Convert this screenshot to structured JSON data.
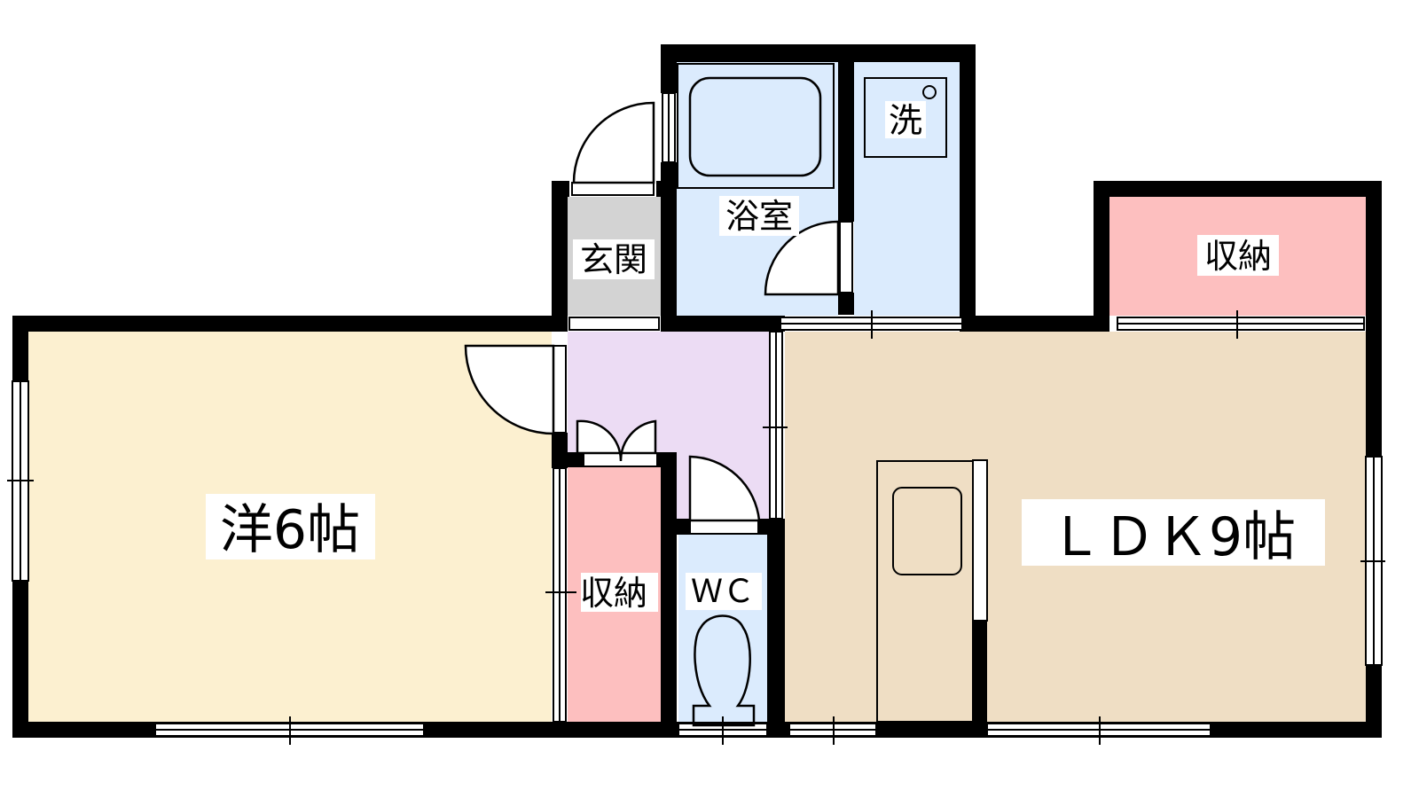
{
  "floorplan": {
    "rooms": {
      "western": {
        "label": "洋6帖",
        "color": "#fcf0d0"
      },
      "ldk": {
        "label": "ＬＤＫ9帖",
        "color": "#efdec4"
      },
      "storage_top": {
        "label": "収納",
        "color": "#fdbfbf"
      },
      "storage_hall": {
        "label": "収納",
        "color": "#fdbfbf"
      },
      "entrance": {
        "label": "玄関",
        "color": "#d3d3d3"
      },
      "bath": {
        "label": "浴室",
        "color": "#dbebfd"
      },
      "washer": {
        "label": "洗",
        "color": "#dbebfd"
      },
      "wc": {
        "label": "ＷＣ",
        "color": "#dbebfd"
      },
      "hall": {
        "color": "#ecdcf4"
      }
    }
  }
}
